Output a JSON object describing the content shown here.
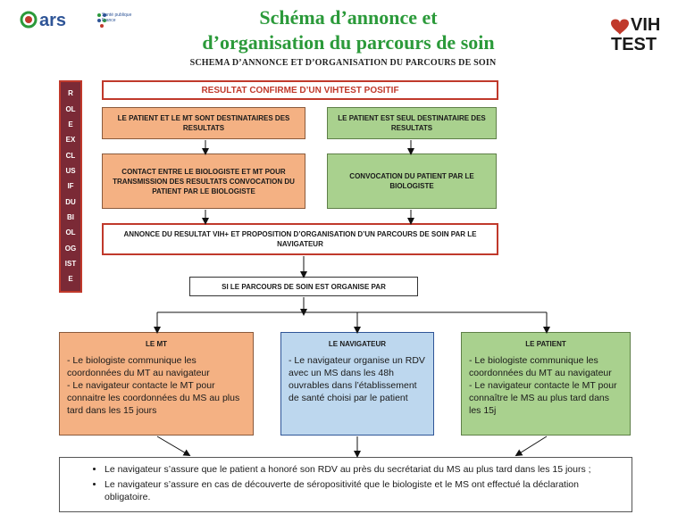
{
  "header": {
    "title_line1": "Schéma d’annonce et",
    "title_line2": "d’organisation du parcours de soin",
    "subtitle": "SCHEMA D’ANNONCE ET D’ORGANISATION DU PARCOURS DE SOIN",
    "logo_left_text": "ars",
    "logo_left_sub": "Santé publique France",
    "logo_right_line1": "VIH",
    "logo_right_line2": "TEST"
  },
  "side_label": [
    "R",
    "OL",
    "E",
    "EX",
    "CL",
    "US",
    "IF",
    "DU",
    "BI",
    "OL",
    "OG",
    "IST",
    "E"
  ],
  "boxes": {
    "result": "RESULTAT CONFIRME D’UN VIHTEST POSITIF",
    "left_dest": "LE PATIENT ET LE MT SONT DESTINATAIRES DES RESULTATS",
    "right_dest": "LE PATIENT EST SEUL DESTINATAIRE DES RESULTATS",
    "left_contact": "CONTACT ENTRE LE BIOLOGISTE ET MT POUR TRANSMISSION DES RESULTATS CONVOCATION DU PATIENT PAR LE BIOLOGISTE",
    "right_convoc": "CONVOCATION DU PATIENT PAR LE BIOLOGISTE",
    "annonce": "ANNONCE DU RESULTAT VIH+ ET PROPOSITION D’ORGANISATION D’UN PARCOURS DE SOIN PAR LE NAVIGATEUR",
    "si_parcours": "SI LE PARCOURS DE SOIN EST ORGANISE PAR"
  },
  "columns": [
    {
      "title": "LE MT",
      "items": [
        "- Le biologiste communique les coordonnées du MT au navigateur",
        "- Le navigateur contacte le MT pour connaitre les coordonnées du MS au plus tard dans les 15 jours"
      ]
    },
    {
      "title": "LE NAVIGATEUR",
      "items": [
        "- Le navigateur organise un RDV avec un MS dans les 48h ouvrables dans l’établissement de santé choisi par le patient"
      ]
    },
    {
      "title": "LE PATIENT",
      "items": [
        "- Le biologiste communique les coordonnées du MT au navigateur",
        "- Le navigateur contacte le MT pour connaître le MS au plus tard dans les 15j"
      ]
    }
  ],
  "bottom": [
    "Le navigateur s’assure que le patient a honoré son RDV au près du secrétariat du MS au plus tard dans les 15 jours ;",
    "Le navigateur s’assure en cas de découverte de séropositivité que le biologiste et le MS ont effectué la déclaration obligatoire."
  ],
  "colors": {
    "title_green": "#2b9a3a",
    "red": "#c0392b",
    "orange": "#f4b183",
    "green": "#a9d18e",
    "blue": "#bdd7ee",
    "side_bar": "#7b2a36"
  }
}
